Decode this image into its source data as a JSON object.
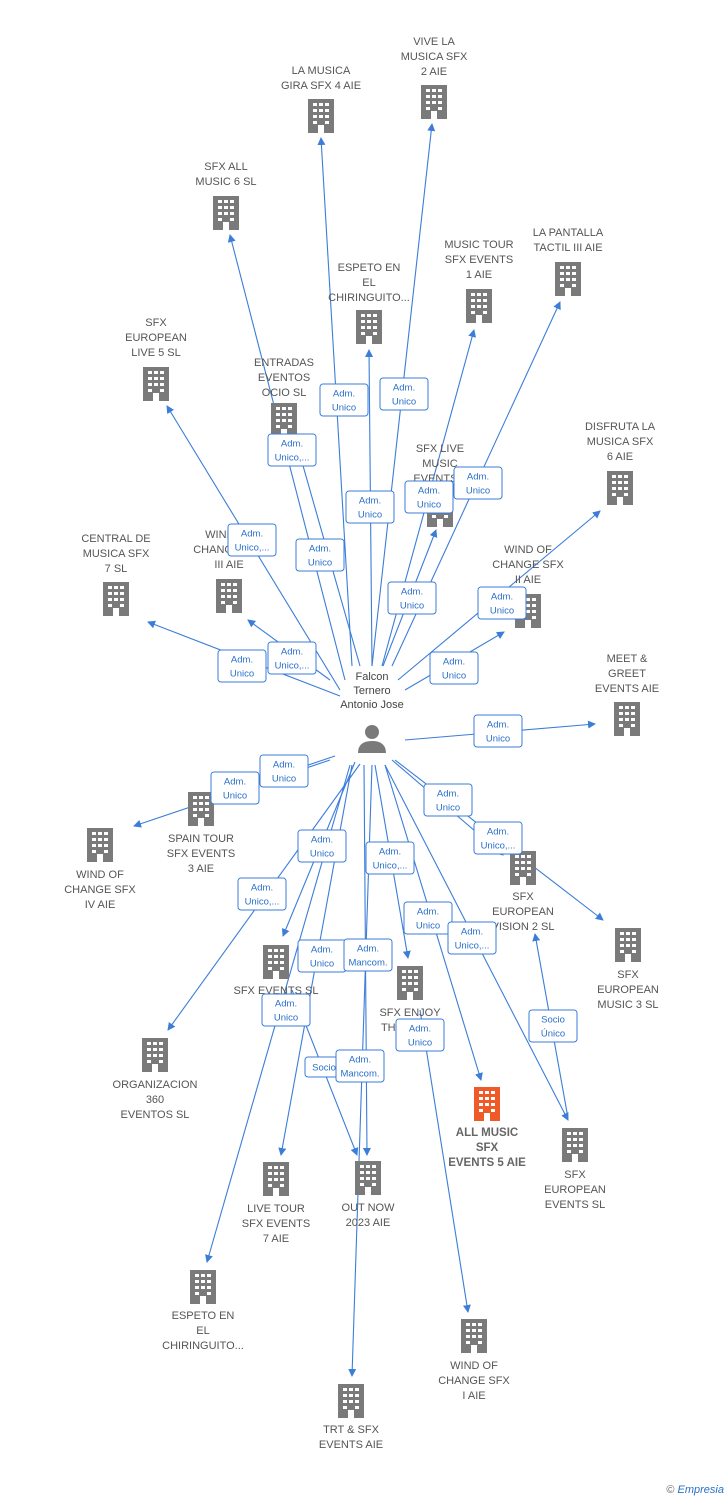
{
  "person": {
    "lines": [
      "Falcon",
      "Ternero",
      "Antonio Jose"
    ]
  },
  "colors": {
    "link": "#3b7dd8",
    "building": "#7a7a7a",
    "highlight": "#f05a28"
  },
  "nodes": [
    {
      "id": "n1",
      "lines": [
        "LA MUSICA",
        "GIRA SFX 4  AIE"
      ]
    },
    {
      "id": "n2",
      "lines": [
        "VIVE LA",
        "MUSICA SFX",
        "2  AIE"
      ]
    },
    {
      "id": "n3",
      "lines": [
        "SFX ALL",
        "MUSIC 6  SL"
      ]
    },
    {
      "id": "n4",
      "lines": [
        "ESPETO EN",
        "EL",
        "CHIRINGUITO..."
      ]
    },
    {
      "id": "n5",
      "lines": [
        "MUSIC TOUR",
        "SFX EVENTS",
        "1  AIE"
      ]
    },
    {
      "id": "n6",
      "lines": [
        "LA PANTALLA",
        "TACTIL III  AIE"
      ]
    },
    {
      "id": "n7",
      "lines": [
        "SFX",
        "EUROPEAN",
        "LIVE 5  SL"
      ]
    },
    {
      "id": "n8",
      "lines": [
        "ENTRADAS",
        "EVENTOS",
        "OCIO  SL"
      ]
    },
    {
      "id": "n9",
      "lines": [
        "SFX LIVE",
        "MUSIC",
        "EVENTS..."
      ]
    },
    {
      "id": "n10",
      "lines": [
        "DISFRUTA LA",
        "MUSICA SFX",
        "6  AIE"
      ]
    },
    {
      "id": "n11",
      "lines": [
        "CENTRAL DE",
        "MUSICA SFX",
        "7  SL"
      ]
    },
    {
      "id": "n12",
      "lines": [
        "WIND OF",
        "CHANGE SFX",
        "III AIE"
      ]
    },
    {
      "id": "n13",
      "lines": [
        "WIND OF",
        "CHANGE SFX",
        "II AIE"
      ]
    },
    {
      "id": "n14",
      "lines": [
        "MEET &",
        "GREET",
        "EVENTS AIE"
      ]
    },
    {
      "id": "n15",
      "lines": [
        "SPAIN TOUR",
        "SFX EVENTS",
        "3  AIE"
      ]
    },
    {
      "id": "n16",
      "lines": [
        "WIND OF",
        "CHANGE SFX",
        "IV AIE"
      ]
    },
    {
      "id": "n17",
      "lines": [
        "SFX",
        "EUROPEAN",
        "VISION 2  SL"
      ]
    },
    {
      "id": "n18",
      "lines": [
        "SFX",
        "EUROPEAN",
        "MUSIC 3  SL"
      ]
    },
    {
      "id": "n19",
      "lines": [
        "SFX EVENTS  SL"
      ]
    },
    {
      "id": "n20",
      "lines": [
        "SFX ENJOY",
        "THE LIVE..."
      ]
    },
    {
      "id": "n21",
      "lines": [
        "ORGANIZACION",
        "360",
        "EVENTOS  SL"
      ]
    },
    {
      "id": "n22",
      "lines": [
        "ALL MUSIC",
        "SFX",
        "EVENTS 5  AIE"
      ]
    },
    {
      "id": "n23",
      "lines": [
        "SFX",
        "EUROPEAN",
        "EVENTS  SL"
      ]
    },
    {
      "id": "n24",
      "lines": [
        "LIVE TOUR",
        "SFX EVENTS",
        "7  AIE"
      ]
    },
    {
      "id": "n25",
      "lines": [
        "OUT NOW",
        "2023  AIE"
      ]
    },
    {
      "id": "n26",
      "lines": [
        "ESPETO EN",
        "EL",
        "CHIRINGUITO..."
      ]
    },
    {
      "id": "n27",
      "lines": [
        "WIND OF",
        "CHANGE SFX",
        "I AIE"
      ]
    },
    {
      "id": "n28",
      "lines": [
        "TRT & SFX",
        "EVENTS AIE"
      ]
    }
  ],
  "relations": [
    {
      "lines": [
        "Adm.",
        "Unico"
      ]
    },
    {
      "lines": [
        "Adm.",
        "Unico"
      ]
    },
    {
      "lines": [
        "Adm.",
        "Unico,..."
      ]
    },
    {
      "lines": [
        "Adm.",
        "Unico"
      ]
    },
    {
      "lines": [
        "Adm.",
        "Unico"
      ]
    },
    {
      "lines": [
        "Adm.",
        "Unico"
      ]
    },
    {
      "lines": [
        "Adm.",
        "Unico,..."
      ]
    },
    {
      "lines": [
        "Adm.",
        "Unico"
      ]
    },
    {
      "lines": [
        "Adm.",
        "Unico"
      ]
    },
    {
      "lines": [
        "Adm.",
        "Unico"
      ]
    },
    {
      "lines": [
        "Adm.",
        "Unico"
      ]
    },
    {
      "lines": [
        "Adm.",
        "Unico,..."
      ]
    },
    {
      "lines": [
        "Adm.",
        "Unico"
      ]
    },
    {
      "lines": [
        "Adm.",
        "Unico"
      ]
    },
    {
      "lines": [
        "Adm.",
        "Unico"
      ]
    },
    {
      "lines": [
        "Adm.",
        "Unico"
      ]
    },
    {
      "lines": [
        "Adm.",
        "Unico"
      ]
    },
    {
      "lines": [
        "Adm.",
        "Unico,..."
      ]
    },
    {
      "lines": [
        "Adm.",
        "Unico"
      ]
    },
    {
      "lines": [
        "Adm.",
        "Unico,..."
      ]
    },
    {
      "lines": [
        "Adm.",
        "Unico,..."
      ]
    },
    {
      "lines": [
        "Adm.",
        "Unico"
      ]
    },
    {
      "lines": [
        "Adm.",
        "Unico,..."
      ]
    },
    {
      "lines": [
        "Adm.",
        "Unico"
      ]
    },
    {
      "lines": [
        "Adm.",
        "Mancom."
      ]
    },
    {
      "lines": [
        "Adm.",
        "Unico"
      ]
    },
    {
      "lines": [
        "Socio",
        "Único"
      ]
    },
    {
      "lines": [
        "Socio"
      ]
    },
    {
      "lines": [
        "Adm.",
        "Mancom."
      ]
    },
    {
      "lines": [
        "Adm.",
        "Unico"
      ]
    }
  ],
  "footer": {
    "copyright": "©",
    "brand": "Empresia"
  }
}
